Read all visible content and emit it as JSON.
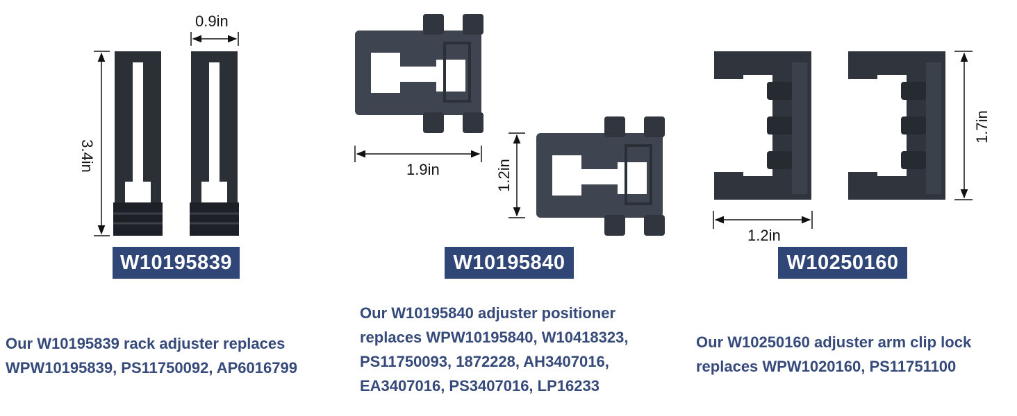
{
  "products": [
    {
      "part_number": "W10195839",
      "dimensions": {
        "width": "0.9in",
        "height": "3.4in"
      },
      "description": [
        "Our W10195839 rack adjuster replaces",
        "WPW10195839, PS11750092, AP6016799"
      ]
    },
    {
      "part_number": "W10195840",
      "dimensions": {
        "width": "1.9in",
        "height": "1.2in"
      },
      "description": [
        "Our W10195840 adjuster positioner",
        "replaces WPW10195840, W10418323,",
        "PS11750093, 1872228, AH3407016,",
        "EA3407016, PS3407016, LP16233"
      ]
    },
    {
      "part_number": "W10250160",
      "dimensions": {
        "width": "1.2in",
        "height": "1.7in"
      },
      "description": [
        "Our W10250160 adjuster arm clip lock",
        "replaces WPW1020160, PS11751100"
      ]
    }
  ],
  "colors": {
    "label_bg": "#2f4677",
    "description_text": "#35497a",
    "part_color": "#2a2f38"
  }
}
